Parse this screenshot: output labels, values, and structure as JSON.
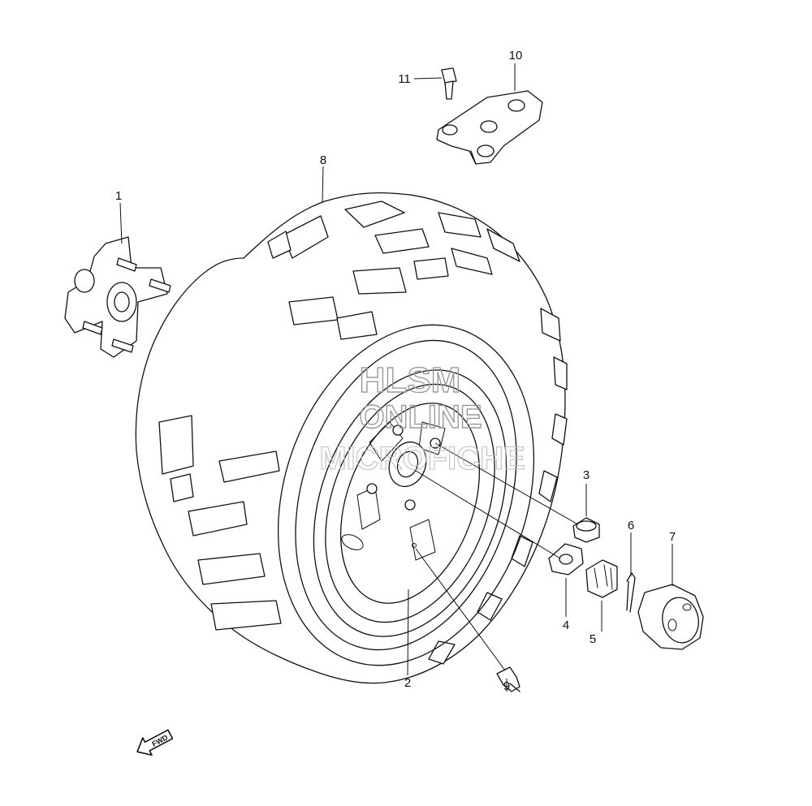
{
  "watermark": {
    "line1": "HLSM",
    "line2": "ONLINE",
    "line3": "MICROFICHE"
  },
  "fwd_label": "FWD",
  "callouts": [
    {
      "id": "1",
      "label": "1"
    },
    {
      "id": "2",
      "label": "2"
    },
    {
      "id": "3",
      "label": "3"
    },
    {
      "id": "4",
      "label": "4"
    },
    {
      "id": "5",
      "label": "5"
    },
    {
      "id": "6",
      "label": "6"
    },
    {
      "id": "7",
      "label": "7"
    },
    {
      "id": "8",
      "label": "8"
    },
    {
      "id": "9",
      "label": "9"
    },
    {
      "id": "10",
      "label": "10"
    },
    {
      "id": "11",
      "label": "11"
    }
  ]
}
